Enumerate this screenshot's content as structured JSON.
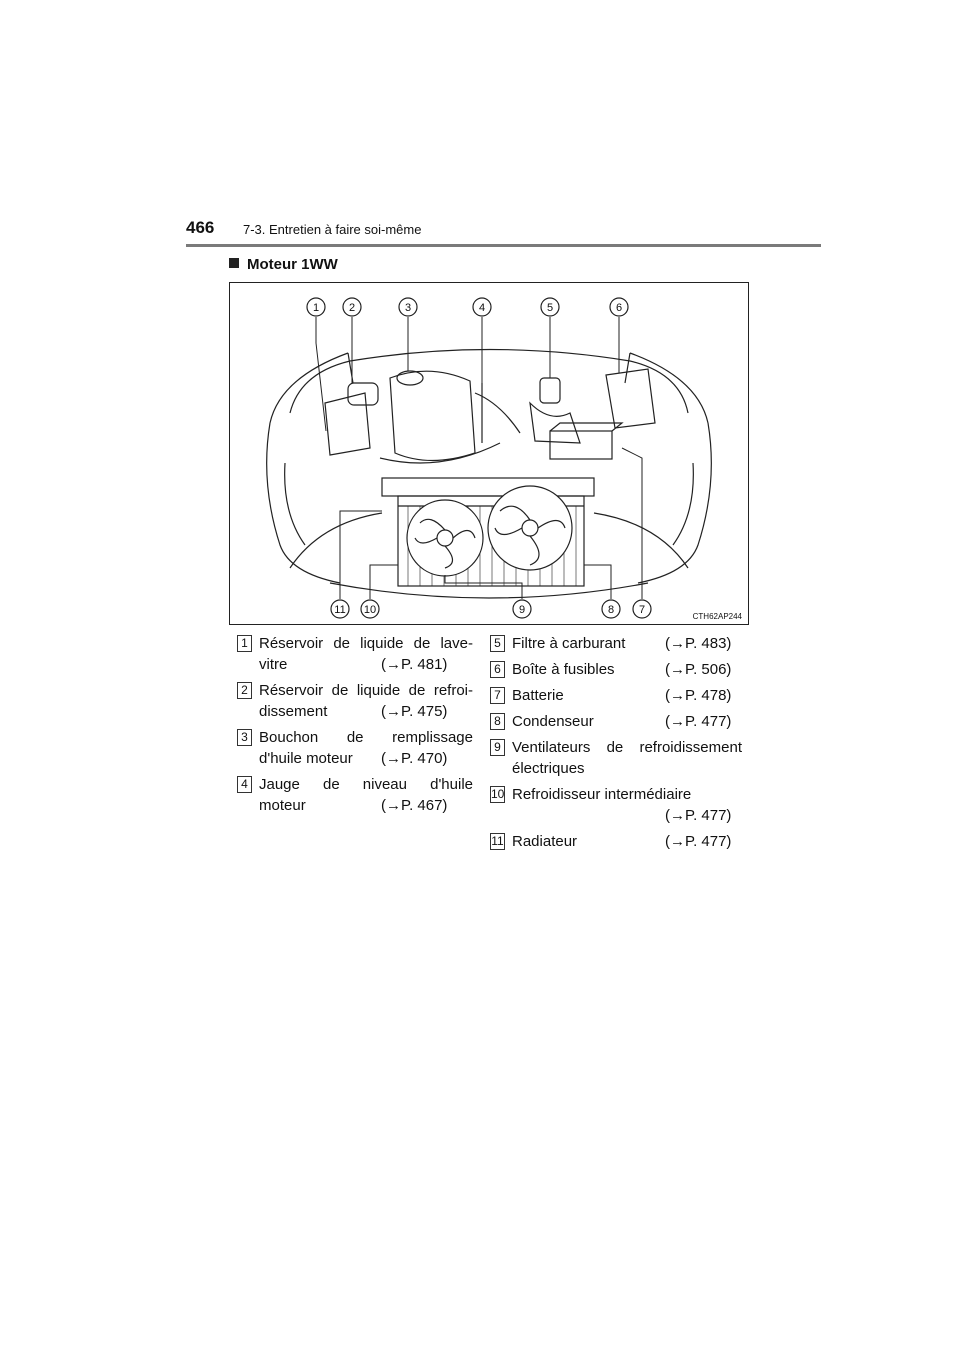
{
  "header": {
    "page_number": "466",
    "section": "7-3. Entretien à faire soi-même"
  },
  "subsection_title": "Moteur 1WW",
  "figure": {
    "code": "CTH62AP244",
    "callouts": [
      "1",
      "2",
      "3",
      "4",
      "5",
      "6",
      "7",
      "8",
      "9",
      "10",
      "11"
    ]
  },
  "legend": {
    "left": [
      {
        "num": "1",
        "line1": "Réservoir de liquide de lave-",
        "line2": "vitre",
        "ref": "(→P. 481)"
      },
      {
        "num": "2",
        "line1": "Réservoir de liquide de refroi-",
        "line2": "dissement",
        "ref": "(→P. 475)"
      },
      {
        "num": "3",
        "line1": "Bouchon de remplissage",
        "line2": "d'huile moteur",
        "ref": "(→P. 470)"
      },
      {
        "num": "4",
        "line1": "Jauge de niveau d'huile",
        "line2": "moteur",
        "ref": "(→P. 467)"
      }
    ],
    "right": [
      {
        "num": "5",
        "line1": "Filtre à carburant",
        "ref": "(→P. 483)"
      },
      {
        "num": "6",
        "line1": "Boîte à fusibles",
        "ref": "(→P. 506)"
      },
      {
        "num": "7",
        "line1": "Batterie",
        "ref": "(→P. 478)"
      },
      {
        "num": "8",
        "line1": "Condenseur",
        "ref": "(→P. 477)"
      },
      {
        "num": "9",
        "line1": "Ventilateurs de refroidissement",
        "line2": "électriques"
      },
      {
        "num": "10",
        "line1": "Refroidisseur intermédiaire",
        "ref": "(→P. 477)"
      },
      {
        "num": "11",
        "line1": "Radiateur",
        "ref": "(→P. 477)"
      }
    ]
  }
}
